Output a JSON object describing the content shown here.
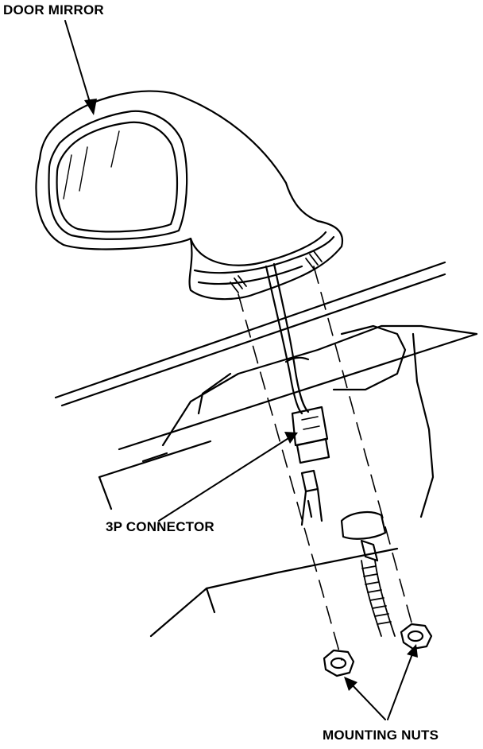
{
  "labels": {
    "door_mirror": "DOOR MIRROR",
    "connector": "3P CONNECTOR",
    "mounting_nuts": "MOUNTING NUTS"
  },
  "colors": {
    "ink": "#000000",
    "paper": "#ffffff"
  }
}
